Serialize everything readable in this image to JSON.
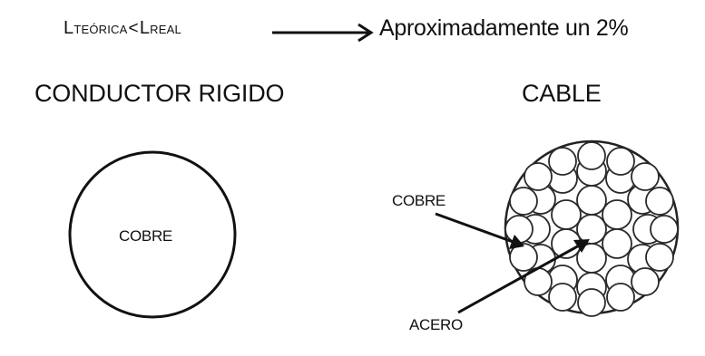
{
  "header": {
    "l_theoretical_cap": "L",
    "l_theoretical_sub": "TEÓRICA",
    "lt_sign": "<",
    "l_real_cap": "L",
    "l_real_sub": "REAL",
    "result": "Aproximadamente un 2%"
  },
  "sections": {
    "rigid_title": "CONDUCTOR RIGIDO",
    "cable_title": "CABLE"
  },
  "labels": {
    "rigid_material": "COBRE",
    "cable_outer_material": "COBRE",
    "cable_core_material": "ACERO"
  },
  "colors": {
    "ink": "#111111",
    "strand": "#2a2a2a",
    "background": "#ffffff"
  }
}
